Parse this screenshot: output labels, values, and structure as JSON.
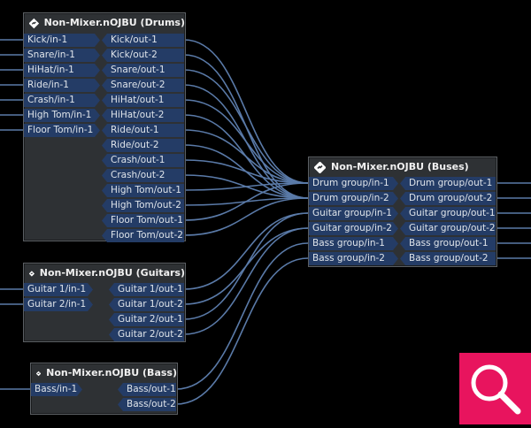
{
  "colors": {
    "background": "#000000",
    "node_bg": "#2e3134",
    "port_bg": "#243c66",
    "wire": "#5a7aa8",
    "search_accent": "#e8145e"
  },
  "nodes": {
    "drums": {
      "title": "Non-Mixer.nOJBU (Drums)",
      "icon": "node-icon",
      "inputs": [
        "Kick/in-1",
        "Snare/in-1",
        "HiHat/in-1",
        "Ride/in-1",
        "Crash/in-1",
        "High Tom/in-1",
        "Floor Tom/in-1"
      ],
      "outputs": [
        "Kick/out-1",
        "Kick/out-2",
        "Snare/out-1",
        "Snare/out-2",
        "HiHat/out-1",
        "HiHat/out-2",
        "Ride/out-1",
        "Ride/out-2",
        "Crash/out-1",
        "Crash/out-2",
        "High Tom/out-1",
        "High Tom/out-2",
        "Floor Tom/out-1",
        "Floor Tom/out-2"
      ]
    },
    "guitars": {
      "title": "Non-Mixer.nOJBU (Guitars)",
      "icon": "node-icon",
      "inputs": [
        "Guitar 1/in-1",
        "Guitar 2/in-1"
      ],
      "outputs": [
        "Guitar 1/out-1",
        "Guitar 1/out-2",
        "Guitar 2/out-1",
        "Guitar 2/out-2"
      ]
    },
    "bass": {
      "title": "Non-Mixer.nOJBU (Bass)",
      "icon": "node-icon",
      "inputs": [
        "Bass/in-1"
      ],
      "outputs": [
        "Bass/out-1",
        "Bass/out-2"
      ]
    },
    "buses": {
      "title": "Non-Mixer.nOJBU (Buses)",
      "icon": "node-icon",
      "inputs": [
        "Drum group/in-1",
        "Drum group/in-2",
        "Guitar group/in-1",
        "Guitar group/in-2",
        "Bass group/in-1",
        "Bass group/in-2"
      ],
      "outputs": [
        "Drum group/out-1",
        "Drum group/out-2",
        "Guitar group/out-1",
        "Guitar group/out-2",
        "Bass group/out-1",
        "Bass group/out-2"
      ]
    }
  },
  "search_button": {
    "icon": "search-icon"
  }
}
